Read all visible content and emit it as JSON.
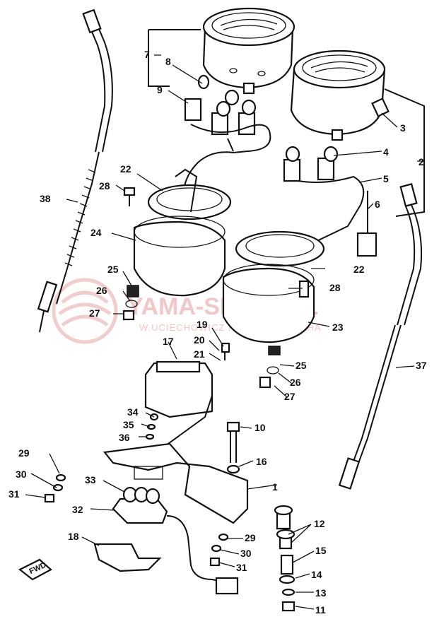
{
  "diagram": {
    "part_labels": {
      "p1": "1",
      "p2": "2",
      "p3": "3",
      "p4": "4",
      "p5": "5",
      "p6": "6",
      "p7": "7",
      "p8": "8",
      "p9": "9",
      "p10": "10",
      "p11": "11",
      "p12": "12",
      "p13": "13",
      "p14": "14",
      "p15": "15",
      "p16": "16",
      "p17": "17",
      "p18": "18",
      "p19": "19",
      "p20": "20",
      "p21": "21",
      "p22a": "22",
      "p22b": "22",
      "p23": "23",
      "p24": "24",
      "p25a": "25",
      "p25b": "25",
      "p26a": "26",
      "p26b": "26",
      "p27a": "27",
      "p27b": "27",
      "p28a": "28",
      "p28b": "28",
      "p29a": "29",
      "p29b": "29",
      "p30a": "30",
      "p30b": "30",
      "p31a": "31",
      "p31b": "31",
      "p32": "32",
      "p33": "33",
      "p34": "34",
      "p35": "35",
      "p36": "36",
      "p37": "37",
      "p38": "38"
    },
    "fwd_mark": "FWD"
  },
  "watermark": {
    "title": "YAMA-SKLEP.PL",
    "subtitle": "W.UCIECHOWICZ I DEALER YAMAHA"
  },
  "colors": {
    "ink": "#111111",
    "watermark": "#e99a9a",
    "background": "#ffffff"
  }
}
